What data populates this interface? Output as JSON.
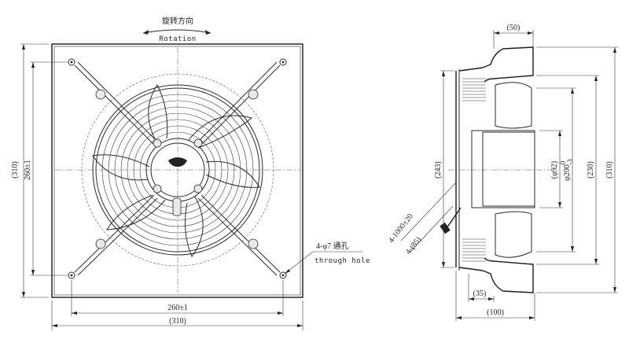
{
  "rotation": {
    "label_cn": "旋转方向",
    "label_en": "Rotation"
  },
  "front_view": {
    "dim_total_height": "(310)",
    "dim_hole_height": "260±1",
    "dim_hole_width": "260±1",
    "dim_total_width": "(310)",
    "hole_note": "4-φ7 通孔",
    "hole_note_en": "through hole"
  },
  "side_view": {
    "dim_top": "(50)",
    "dim_243": "(243)",
    "dim_92": "(φ92)",
    "dim_200": "φ200",
    "dim_200_tol_upper": "0",
    "dim_200_tol_lower": "-3",
    "dim_230": "(230)",
    "dim_310": "(310)",
    "cable": "1000±20",
    "cable_prefix": "4-",
    "cable_85": "(85)",
    "cable_85_prefix": "4-",
    "dim_35": "(35)",
    "dim_100": "(100)"
  }
}
